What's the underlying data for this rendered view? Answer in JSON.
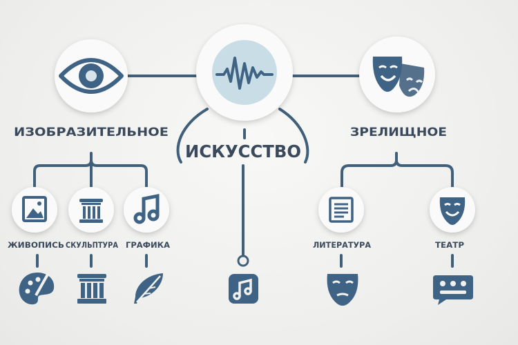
{
  "center": {
    "label": "ИСКУССТВО",
    "icon": "sound-wave-icon"
  },
  "left": {
    "label": "ИЗОБРАЗИТЕЛЬНОЕ",
    "icon": "eye-icon",
    "children": [
      {
        "label": "ЖИВОПИСЬ",
        "icon": "picture-icon",
        "sub_icon": "palette-icon"
      },
      {
        "label": "СКУЛЬПТУРА",
        "icon": "column-icon",
        "sub_icon": "column-icon"
      },
      {
        "label": "ГРАФИКА",
        "icon": "music-note-icon",
        "sub_icon": "feather-icon"
      }
    ]
  },
  "right": {
    "label": "ЗРЕЛИЩНОЕ",
    "icon": "theater-masks-icon",
    "children": [
      {
        "label": "ЛИТЕРАТУРА",
        "icon": "document-icon",
        "sub_icon": "mask-icon"
      },
      {
        "label": "ТЕАТР",
        "icon": "smile-mask-icon",
        "sub_icon": "film-reel-icon"
      }
    ]
  },
  "bottom": {
    "icon": "music-note-icon"
  },
  "colors": {
    "line": "#3f5f7a",
    "icon": "#3f6384",
    "label": "#3a4a5c",
    "accent": "#c9dde6"
  }
}
